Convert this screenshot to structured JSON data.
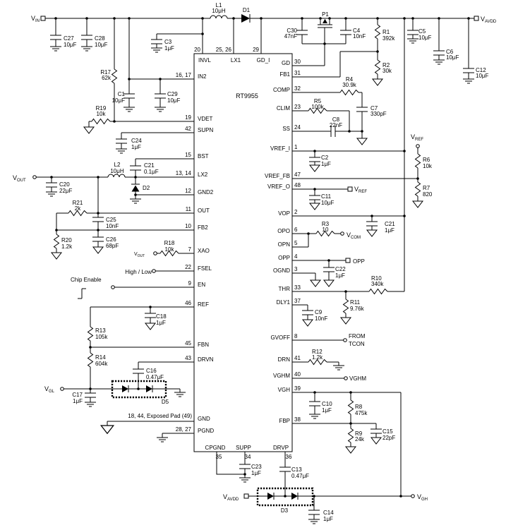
{
  "ic": {
    "name": "RT9955",
    "pins_top": [
      {
        "num": "20",
        "label": "INVL"
      },
      {
        "num": "25, 26",
        "label": "LX1"
      },
      {
        "num": "29",
        "label": "GD_I"
      }
    ],
    "pins_left": [
      {
        "num": "16, 17",
        "label": "IN2"
      },
      {
        "num": "19",
        "label": "VDET"
      },
      {
        "num": "42",
        "label": "SUPN"
      },
      {
        "num": "15",
        "label": "BST"
      },
      {
        "num": "13, 14",
        "label": "LX2"
      },
      {
        "num": "12",
        "label": "GND2"
      },
      {
        "num": "11",
        "label": "OUT"
      },
      {
        "num": "10",
        "label": "FB2"
      },
      {
        "num": "7",
        "label": "XAO"
      },
      {
        "num": "22",
        "label": "FSEL"
      },
      {
        "num": "9",
        "label": "EN"
      },
      {
        "num": "46",
        "label": "REF"
      },
      {
        "num": "45",
        "label": "FBN"
      },
      {
        "num": "43",
        "label": "DRVN"
      },
      {
        "num": "18, 44, Exposed Pad (49)",
        "label": "GND"
      },
      {
        "num": "28, 27",
        "label": "PGND"
      }
    ],
    "pins_right": [
      {
        "num": "30",
        "label": "GD"
      },
      {
        "num": "31",
        "label": "FB1"
      },
      {
        "num": "32",
        "label": "COMP"
      },
      {
        "num": "23",
        "label": "CLIM"
      },
      {
        "num": "24",
        "label": "SS"
      },
      {
        "num": "1",
        "label": "VREF_I"
      },
      {
        "num": "47",
        "label": "VREF_FB"
      },
      {
        "num": "48",
        "label": "VREF_O"
      },
      {
        "num": "2",
        "label": "VOP"
      },
      {
        "num": "6",
        "label": "OPO"
      },
      {
        "num": "5",
        "label": "OPN"
      },
      {
        "num": "4",
        "label": "OPP"
      },
      {
        "num": "3",
        "label": "OGND"
      },
      {
        "num": "33",
        "label": "THR"
      },
      {
        "num": "37",
        "label": "DLY1"
      },
      {
        "num": "8",
        "label": "GVOFF"
      },
      {
        "num": "41",
        "label": "DRN"
      },
      {
        "num": "40",
        "label": "VGHM"
      },
      {
        "num": "39",
        "label": "VGH"
      },
      {
        "num": "38",
        "label": "FBP"
      }
    ],
    "pins_bottom": [
      {
        "num": "35",
        "label": "CPGND"
      },
      {
        "num": "34",
        "label": "SUPP"
      },
      {
        "num": "36",
        "label": "DRVP"
      }
    ]
  },
  "components": {
    "l1": {
      "name": "L1",
      "value": "10μH"
    },
    "l2": {
      "name": "L2",
      "value": "10μH"
    },
    "d1": {
      "name": "D1"
    },
    "d2": {
      "name": "D2"
    },
    "d3": {
      "name": "D3"
    },
    "d5": {
      "name": "D5"
    },
    "p1": {
      "name": "P1"
    },
    "c1": {
      "name": "C1",
      "value": "10μF"
    },
    "c2": {
      "name": "C2",
      "value": "1μF"
    },
    "c3": {
      "name": "C3",
      "value": "1μF"
    },
    "c4": {
      "name": "C4",
      "value": "10nF"
    },
    "c5": {
      "name": "C5",
      "value": "10μF"
    },
    "c6": {
      "name": "C6",
      "value": "10μF"
    },
    "c7": {
      "name": "C7",
      "value": "330pF"
    },
    "c8": {
      "name": "C8",
      "value": "22nF"
    },
    "c9": {
      "name": "C9",
      "value": "10nF"
    },
    "c10": {
      "name": "C10",
      "value": "1μF"
    },
    "c11": {
      "name": "C11",
      "value": "10μF"
    },
    "c12": {
      "name": "C12",
      "value": "10μF"
    },
    "c13": {
      "name": "C13",
      "value": "0.47μF"
    },
    "c14": {
      "name": "C14",
      "value": "1μF"
    },
    "c15": {
      "name": "C15",
      "value": "22pF"
    },
    "c16": {
      "name": "C16",
      "value": "0.47μF"
    },
    "c17": {
      "name": "C17",
      "value": "1μF"
    },
    "c18": {
      "name": "C18",
      "value": "1μF"
    },
    "c20": {
      "name": "C20",
      "value": "22μF"
    },
    "c21a": {
      "name": "C21",
      "value": "0.1μF"
    },
    "c21b": {
      "name": "C21",
      "value": "1μF"
    },
    "c22": {
      "name": "C22",
      "value": "1μF"
    },
    "c23": {
      "name": "C23",
      "value": "1μF"
    },
    "c24": {
      "name": "C24",
      "value": "1μF"
    },
    "c25": {
      "name": "C25",
      "value": "10nF"
    },
    "c26": {
      "name": "C26",
      "value": "68pF"
    },
    "c27": {
      "name": "C27",
      "value": "10μF"
    },
    "c28": {
      "name": "C28",
      "value": "10μF"
    },
    "c29": {
      "name": "C29",
      "value": "10μF"
    },
    "c30": {
      "name": "C30",
      "value": "47nF"
    },
    "r1": {
      "name": "R1",
      "value": "392k"
    },
    "r2": {
      "name": "R2",
      "value": "30k"
    },
    "r3": {
      "name": "R3",
      "value": "10"
    },
    "r4": {
      "name": "R4",
      "value": "30.9k"
    },
    "r5": {
      "name": "R5",
      "value": "100k"
    },
    "r6": {
      "name": "R6",
      "value": "10k"
    },
    "r7": {
      "name": "R7",
      "value": "820"
    },
    "r8": {
      "name": "R8",
      "value": "475k"
    },
    "r9": {
      "name": "R9",
      "value": "24k"
    },
    "r10": {
      "name": "R10",
      "value": "340k"
    },
    "r11": {
      "name": "R11",
      "value": "9.76k"
    },
    "r12": {
      "name": "R12",
      "value": "1.2k"
    },
    "r13": {
      "name": "R13",
      "value": "105k"
    },
    "r14": {
      "name": "R14",
      "value": "604k"
    },
    "r17": {
      "name": "R17",
      "value": "62k"
    },
    "r18": {
      "name": "R18",
      "value": "10k"
    },
    "r19": {
      "name": "R19",
      "value": "10k"
    },
    "r20": {
      "name": "R20",
      "value": "1.2k"
    },
    "r21": {
      "name": "R21",
      "value": "2k"
    }
  },
  "ports": {
    "vin": {
      "main": "V",
      "sub": "IN"
    },
    "vavdd_top": {
      "main": "V",
      "sub": "AVDD"
    },
    "vavdd_bot": {
      "main": "V",
      "sub": "AVDD"
    },
    "vout": {
      "main": "V",
      "sub": "OUT"
    },
    "vout_xao": {
      "main": "V",
      "sub": "OUT"
    },
    "vref_top": {
      "main": "V",
      "sub": "REF"
    },
    "vref_out": {
      "main": "V",
      "sub": "REF"
    },
    "vcom": {
      "main": "V",
      "sub": "COM"
    },
    "vgl": {
      "main": "V",
      "sub": "GL"
    },
    "vgh": {
      "main": "V",
      "sub": "GH"
    },
    "vghm": {
      "label": "VGHM"
    },
    "opp": {
      "label": "OPP"
    },
    "from_tcon": {
      "line1": "FROM",
      "line2": "TCON"
    },
    "high_low": {
      "label": "High / Low"
    },
    "chip_enable": {
      "label": "Chip Enable"
    }
  },
  "colors": {
    "wire": "#000000",
    "background": "#ffffff"
  }
}
